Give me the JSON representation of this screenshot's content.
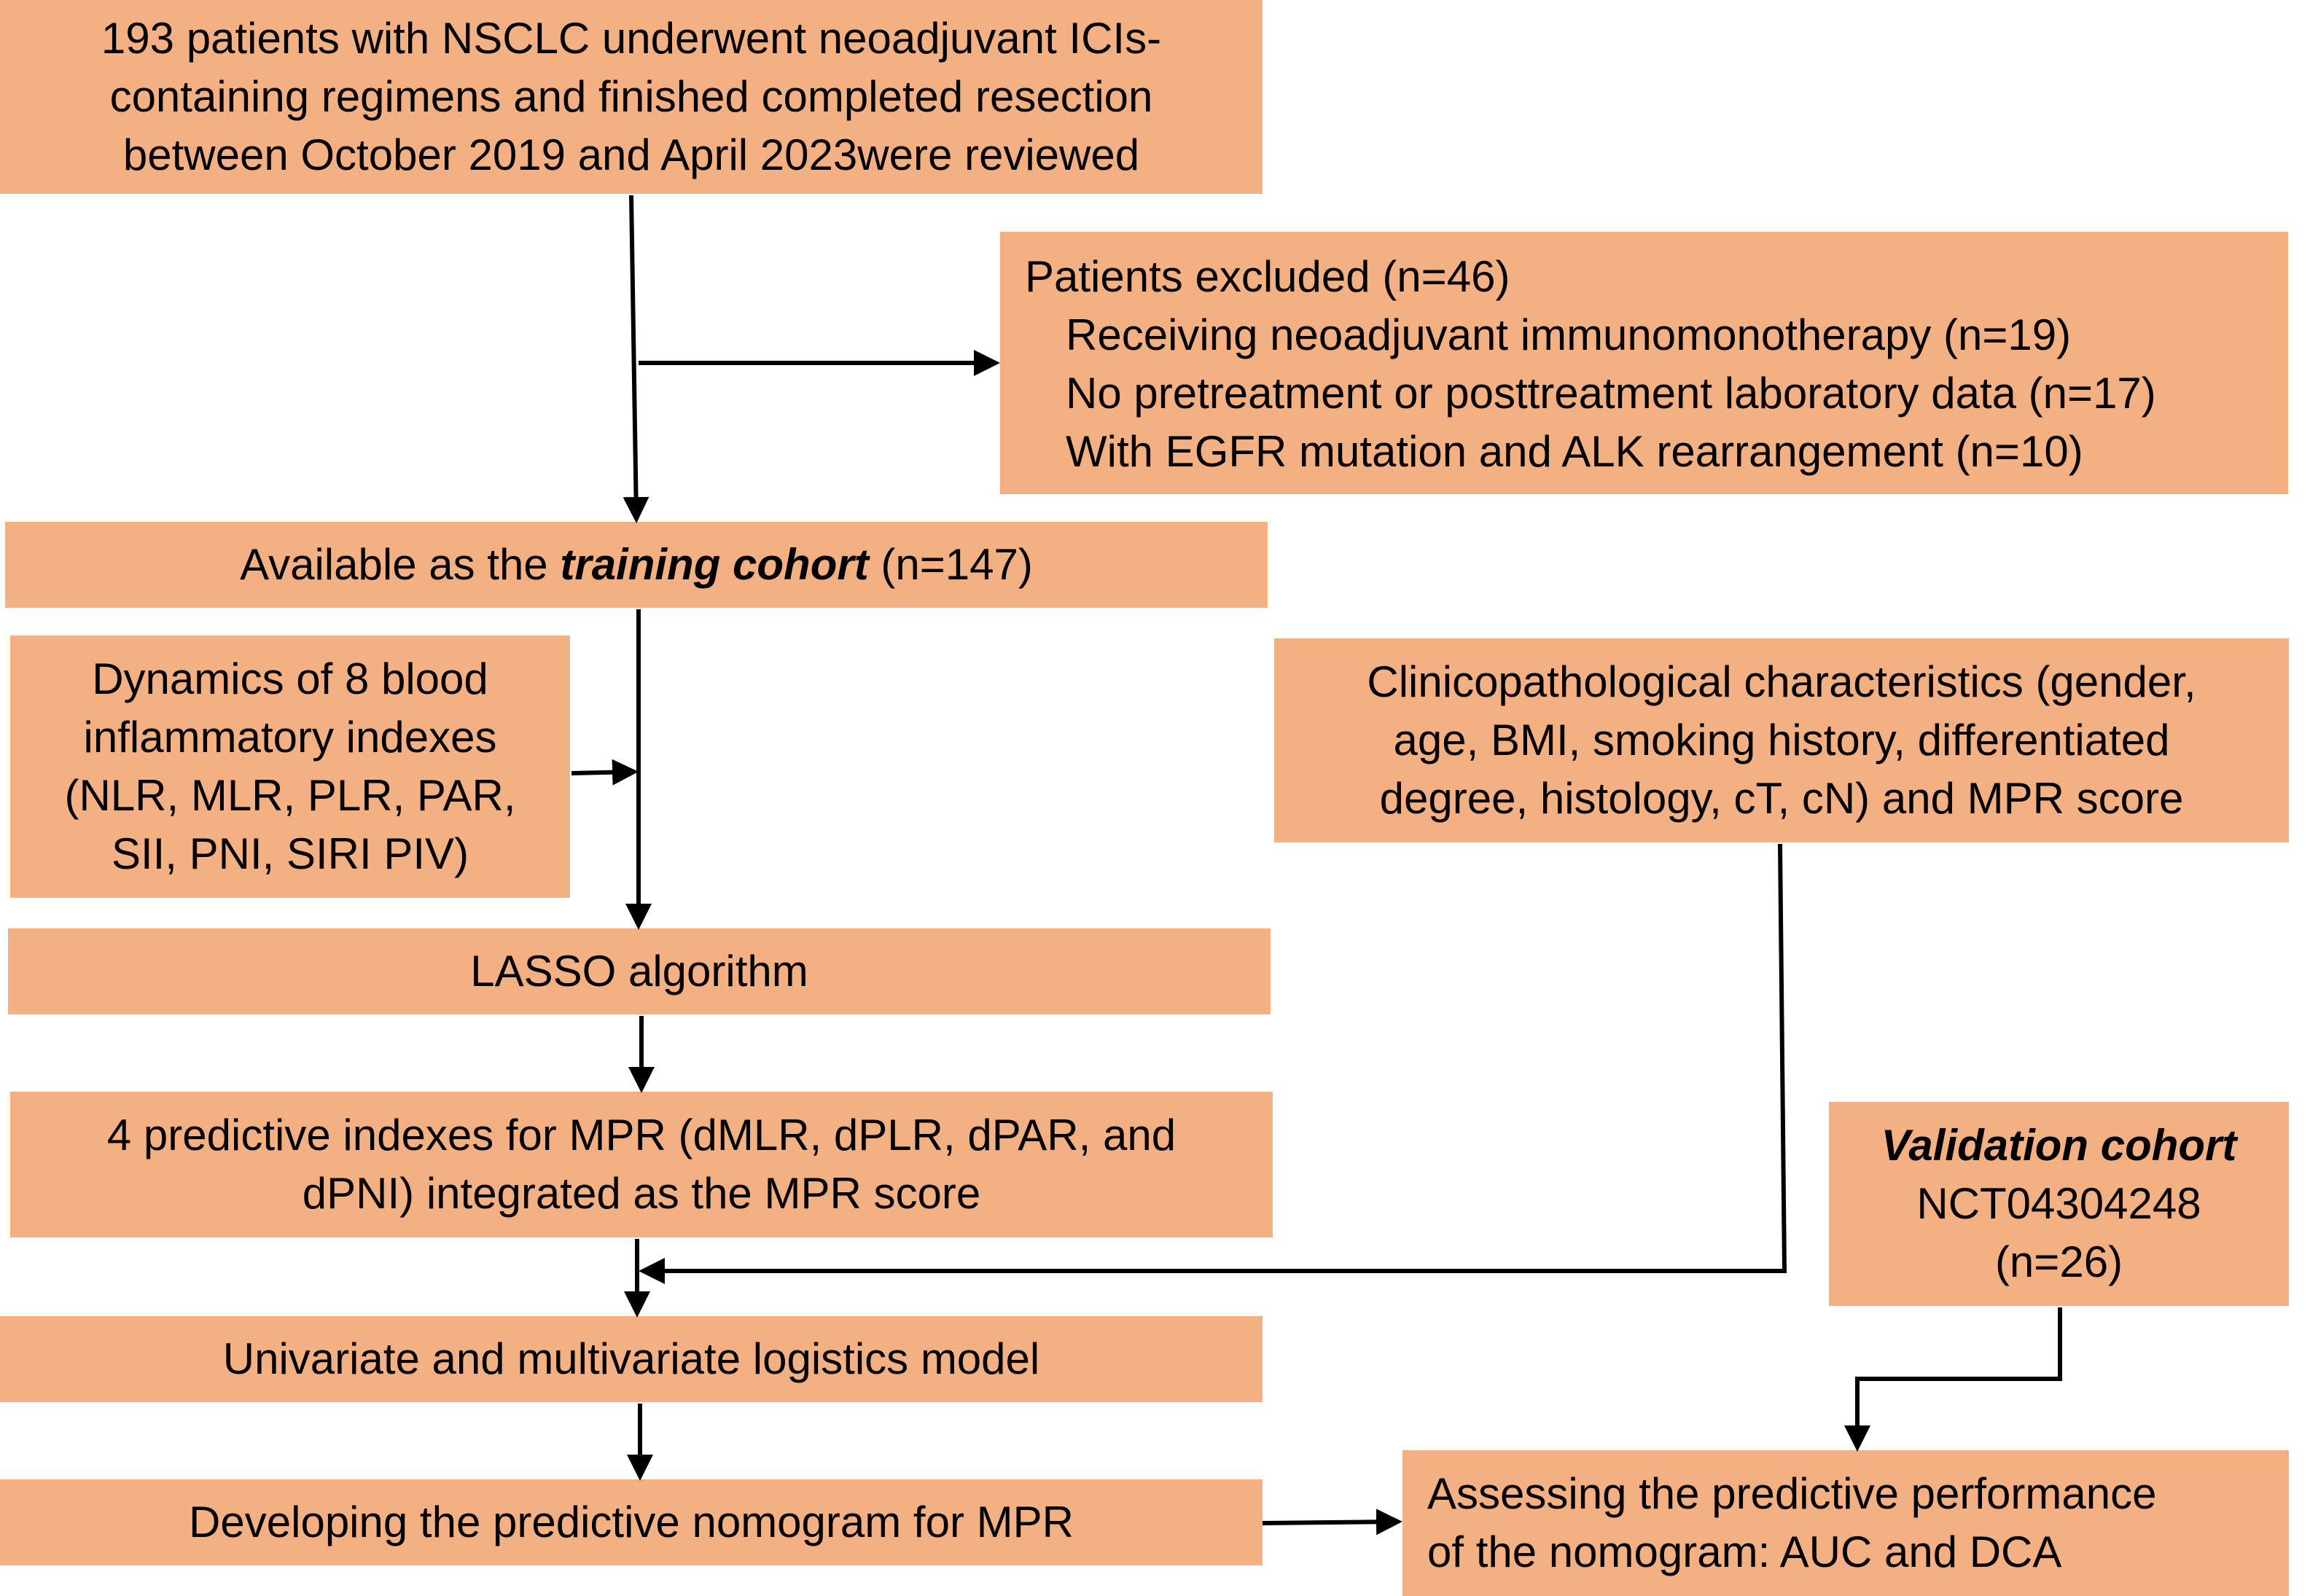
{
  "boxes": {
    "reviewed": {
      "lines": [
        "193 patients with NSCLC underwent neoadjuvant ICIs-",
        "containing regimens and finished completed resection",
        "between October 2019 and April 2023were reviewed"
      ]
    },
    "excluded": {
      "title": "Patients excluded (n=46)",
      "items": [
        "Receiving neoadjuvant immunomonotherapy (n=19)",
        "No pretreatment or posttreatment laboratory data (n=17)",
        "With EGFR mutation and ALK rearrangement (n=10)"
      ]
    },
    "training": {
      "prefix": "Available as the ",
      "emph": "training cohort",
      "suffix": " (n=147)"
    },
    "dynamics": {
      "lines": [
        "Dynamics of 8 blood",
        "inflammatory indexes",
        "(NLR, MLR, PLR, PAR,",
        "SII, PNI, SIRI PIV)"
      ]
    },
    "clinical": {
      "lines": [
        "Clinicopathological characteristics (gender,",
        "age, BMI, smoking history, differentiated",
        "degree, histology, cT, cN) and MPR score"
      ]
    },
    "lasso": {
      "label": "LASSO algorithm"
    },
    "predictive": {
      "lines": [
        "4 predictive indexes for MPR (dMLR, dPLR, dPAR, and",
        "dPNI) integrated as the MPR score"
      ]
    },
    "validation": {
      "title": "Validation cohort",
      "lines": [
        "NCT04304248",
        "(n=26)"
      ]
    },
    "logistics": {
      "label": "Univariate and multivariate logistics model"
    },
    "nomogram": {
      "label": "Developing the predictive nomogram for MPR"
    },
    "assessing": {
      "lines": [
        "Assessing the predictive performance",
        "of the nomogram: AUC and DCA"
      ]
    }
  },
  "colors": {
    "box_fill": "#f2b083",
    "arrow": "#000000"
  }
}
